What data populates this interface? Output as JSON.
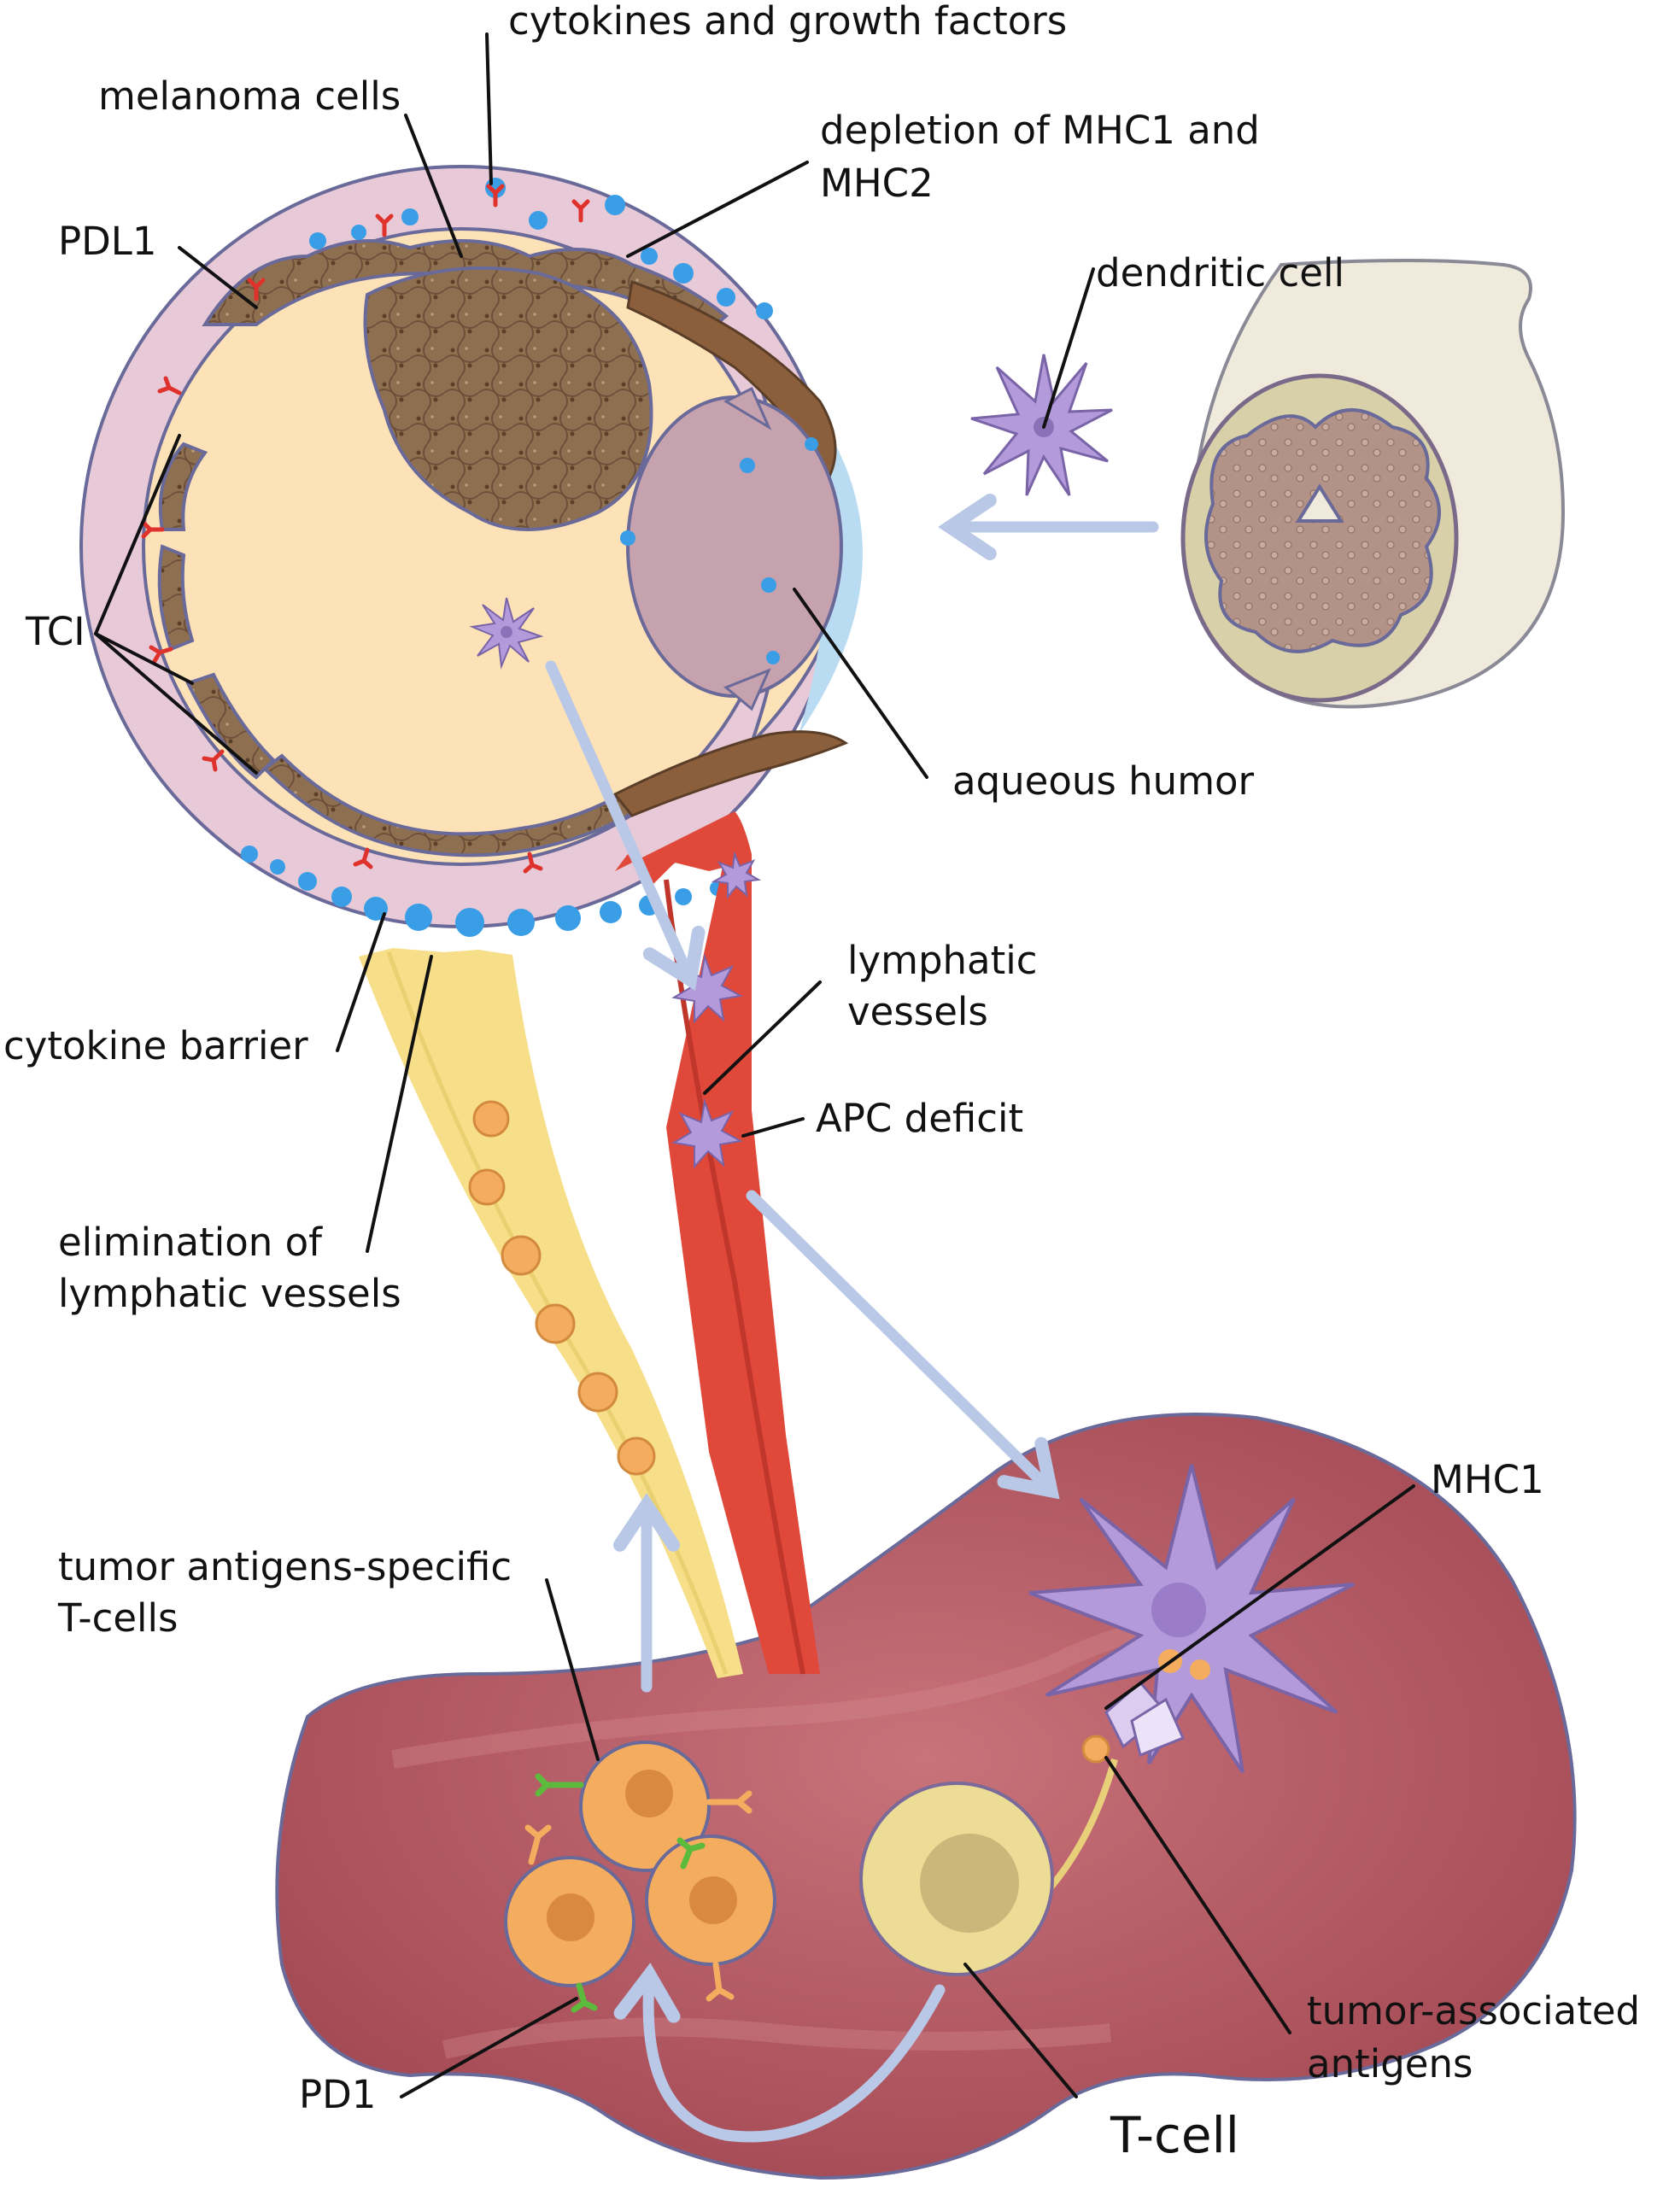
{
  "labels": {
    "cytokines": "cytokines and growth factors",
    "melanoma": "melanoma cells",
    "depletion_line1": "depletion of MHC1 and",
    "depletion_line2": "MHC2",
    "pdl1": "PDL1",
    "dendritic": "dendritic cell",
    "tci": "TCI",
    "aqueous": "aqueous humor",
    "cytokine_barrier": "cytokine barrier",
    "lymphatic_line1": "lymphatic",
    "lymphatic_line2": "vessels",
    "apc_deficit": "APC deficit",
    "elimination_line1": "elimination of",
    "elimination_line2": "lymphatic vessels",
    "tumor_specific_line1": "tumor antigens-specific",
    "tumor_specific_line2": "T-cells",
    "mhc1": "MHC1",
    "tumor_assoc_line1": "tumor-associated",
    "tumor_assoc_line2": "antigens",
    "pd1": "PD1",
    "tcell": "T-cell"
  },
  "colors": {
    "sclera": "#e7c9d6",
    "eye_interior": "#fde2b8",
    "melanoma": "#8b6d4e",
    "lens": "#c6a1ae",
    "aqueous": "#b9dcf2",
    "cytokine_dots": "#3a9ee6",
    "receptors": "#e0322c",
    "dendritic": "#b39adb",
    "lymph_node": "#b2555e",
    "blood_vessel": "#e0483a",
    "lymph_vessel": "#f7df8a",
    "t_cells": "#f4ad5e",
    "tcell_naive": "#eddc96",
    "pd1": "#5cba3c",
    "flow_arrows": "#b8c8e6"
  },
  "icons": [
    "eye-cross-section",
    "optic-nerve",
    "dendritic-cell",
    "lymph-node",
    "t-cell"
  ]
}
